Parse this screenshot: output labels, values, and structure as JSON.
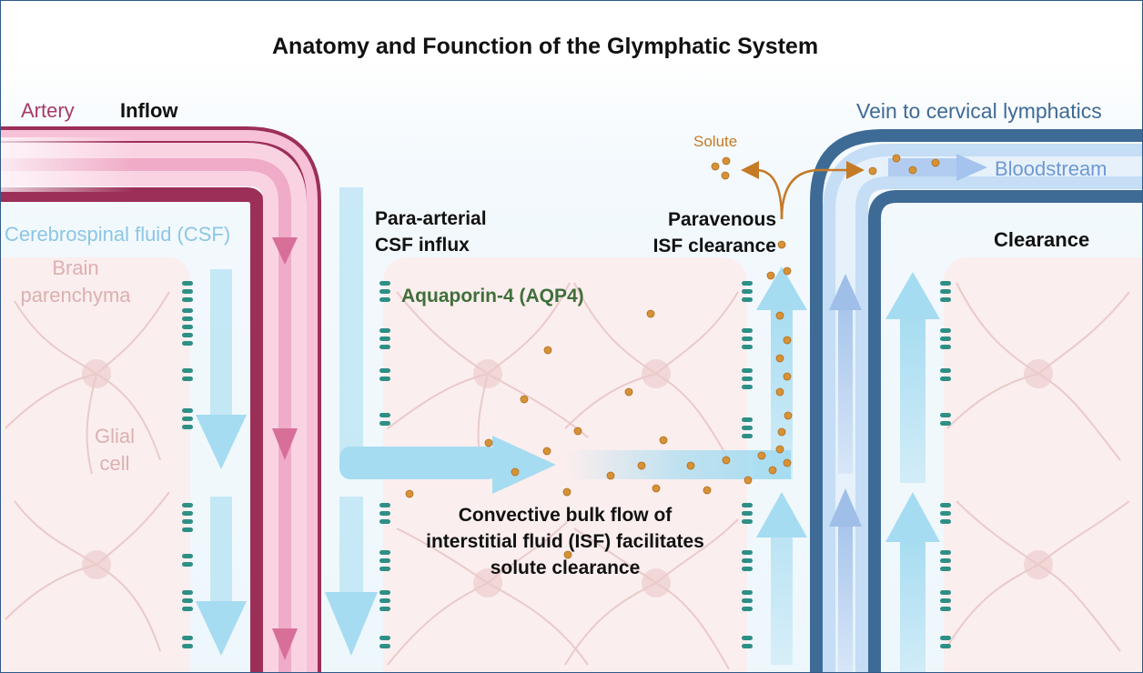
{
  "title": "Anatomy and Founction of the Glymphatic System",
  "labels": {
    "artery": "Artery",
    "inflow": "Inflow",
    "csf": "Cerebrospinal fluid (CSF)",
    "brain_parenchyma": [
      "Brain",
      "parenchyma"
    ],
    "glial_cell": [
      "Glial",
      "cell"
    ],
    "para_arterial": [
      "Para-arterial",
      "CSF influx"
    ],
    "aquaporin": "Aquaporin-4 (AQP4)",
    "paravenous": [
      "Paravenous",
      "ISF clearance"
    ],
    "solute": "Solute",
    "vein": "Vein to cervical lymphatics",
    "bloodstream": "Bloodstream",
    "clearance": "Clearance",
    "convective": [
      "Convective bulk flow of",
      "interstitial fluid (ISF) facilitates",
      "solute clearance"
    ]
  },
  "colors": {
    "artery_dark": "#9c2f58",
    "artery_light": "#f7c2d8",
    "csf_blue": "#a6dcf1",
    "vein_dark": "#3d6b96",
    "vein_light": "#c5ddf5",
    "solute": "#d69236",
    "aqp4": "#2e8f86",
    "tissue": "#fbeeee"
  }
}
